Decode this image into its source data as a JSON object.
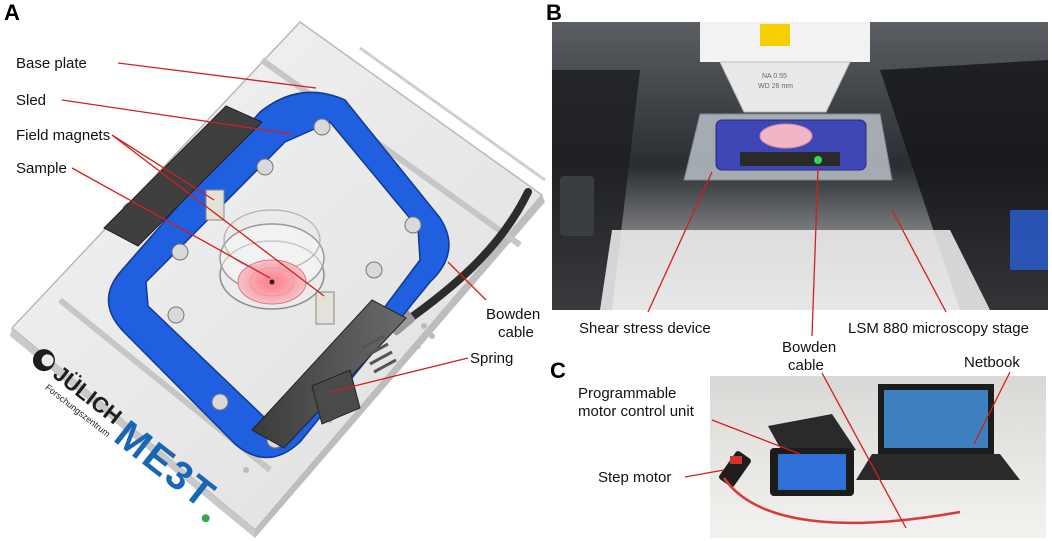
{
  "panels": {
    "a": {
      "letter": "A",
      "labels": {
        "base_plate": "Base plate",
        "sled": "Sled",
        "field_magnets": "Field magnets",
        "sample": "Sample",
        "bowden_cable_line1": "Bowden",
        "bowden_cable_line2": "cable",
        "spring": "Spring"
      },
      "logos": {
        "julich": "JÜLICH",
        "forschungszentrum": "Forschungszentrum",
        "meet": "ME3T"
      }
    },
    "b": {
      "letter": "B",
      "labels": {
        "shear_stress_device": "Shear stress device",
        "lsm_stage": "LSM 880 microscopy stage",
        "bowden_cable_line1": "Bowden",
        "bowden_cable_line2": "cable"
      },
      "objective_text": {
        "line1": "NA 0.55",
        "line2": "WD 26 mm"
      }
    },
    "c": {
      "letter": "C",
      "labels": {
        "control_unit_line1": "Programmable",
        "control_unit_line2": "motor control unit",
        "step_motor": "Step motor",
        "netbook": "Netbook"
      }
    }
  },
  "colors": {
    "sled_blue": "#1f5fe0",
    "leader_red": "#d21f1f",
    "meet_blue": "#1a66b3",
    "meet_green": "#3aa64a"
  }
}
